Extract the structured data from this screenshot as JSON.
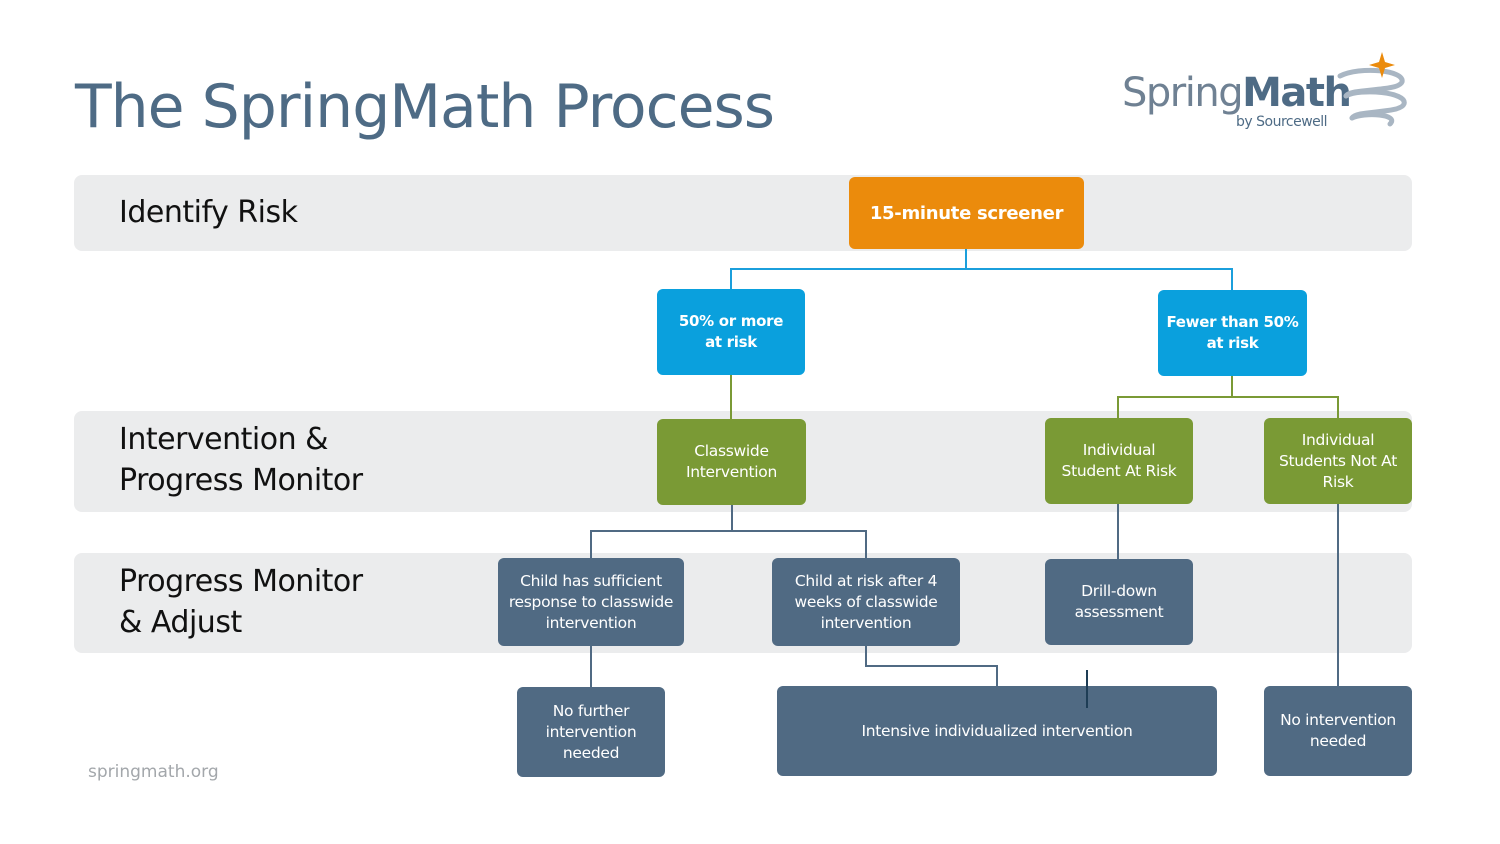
{
  "slide": {
    "title": "The SpringMath Process",
    "footer": "springmath.org"
  },
  "logo": {
    "word_light": "Spring",
    "word_bold": "Math",
    "subtitle": "by Sourcewell",
    "icon": "spring-coil-star-icon",
    "colors": {
      "text": "#4e6b85",
      "star": "#eb8b0c",
      "coil": "#a9b6c3"
    }
  },
  "bands": [
    {
      "label": "Identify Risk"
    },
    {
      "label_line1": "Intervention &",
      "label_line2": "Progress Monitor"
    },
    {
      "label_line1": "Progress Monitor",
      "label_line2": "& Adjust"
    }
  ],
  "nodes": {
    "screener": {
      "text": "15-minute screener"
    },
    "fifty_or_more": {
      "line1": "50% or more",
      "line2": "at risk"
    },
    "fewer_than_fifty": {
      "line1": "Fewer than 50%",
      "line2": "at risk"
    },
    "classwide": {
      "line1": "Classwide",
      "line2": "Intervention"
    },
    "individual_at_risk": {
      "line1": "Individual",
      "line2": "Student At Risk"
    },
    "individual_not_at_risk": {
      "line1": "Individual",
      "line2": "Students Not At",
      "line3": "Risk"
    },
    "sufficient_response": {
      "line1": "Child has sufficient",
      "line2": "response to classwide",
      "line3": "intervention"
    },
    "at_risk_after": {
      "line1": "Child at risk after 4",
      "line2": "weeks of classwide",
      "line3": "intervention"
    },
    "drill_down": {
      "line1": "Drill-down",
      "line2": "assessment"
    },
    "no_further": {
      "line1": "No further",
      "line2": "intervention",
      "line3": "needed"
    },
    "intensive": {
      "text": "Intensive individualized intervention"
    },
    "no_intervention": {
      "line1": "No intervention",
      "line2": "needed"
    }
  },
  "colors": {
    "screener": "#eb8b0c",
    "decision": "#0aa0dd",
    "intervention": "#7a9a35",
    "outcome": "#506a83",
    "band": "#ebeced",
    "title": "#4e6b85"
  }
}
